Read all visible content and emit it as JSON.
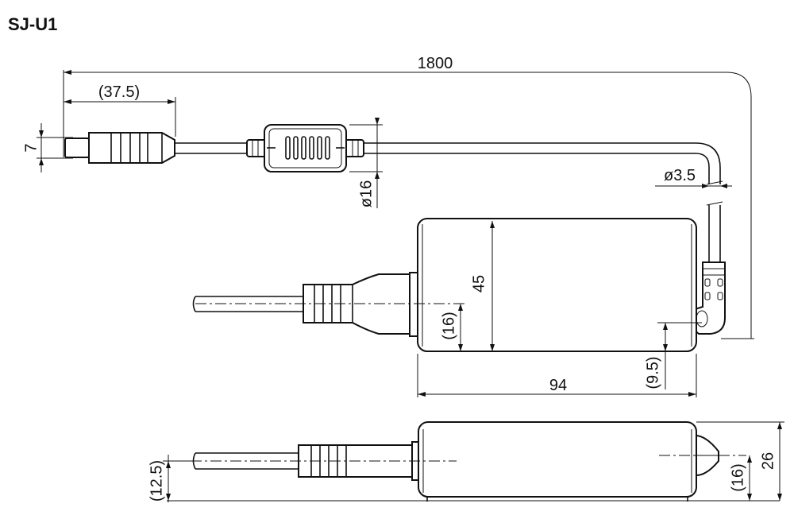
{
  "title": "SJ-U1",
  "dimensions": {
    "cable_length": "1800",
    "plug_length": "(37.5)",
    "plug_height": "7",
    "ferrite_diameter": "ø16",
    "cable_diameter": "ø3.5",
    "body_width": "45",
    "cable_offset": "(16)",
    "body_length": "94",
    "connector_offset": "(9.5)",
    "side_cable_height": "(12.5)",
    "side_connector_height": "(16)",
    "body_height": "26"
  }
}
